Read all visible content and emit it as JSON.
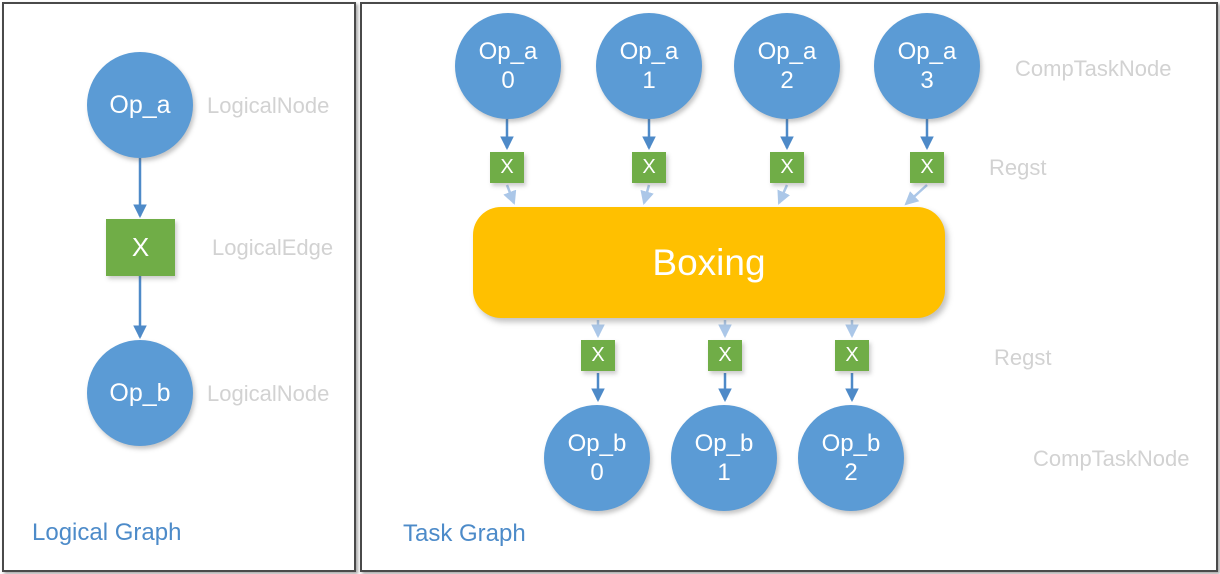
{
  "colors": {
    "node_blue": "#5B9BD5",
    "regst_green": "#70AD47",
    "boxing_orange": "#FFC000",
    "annotation_gray": "#D2D2D2",
    "title_blue": "#4D8BC9",
    "arrow_blue": "#4E8AC8",
    "arrow_light": "#ABC7E8",
    "panel_border": "#4A4A4A"
  },
  "logical_graph": {
    "title": "Logical Graph",
    "node_a_label": "Op_a",
    "node_a_annotation": "LogicalNode",
    "edge_label": "X",
    "edge_annotation": "LogicalEdge",
    "node_b_label": "Op_b",
    "node_b_annotation": "LogicalNode"
  },
  "task_graph": {
    "title": "Task Graph",
    "comp_task_node_top_annotation": "CompTaskNode",
    "regst_top_annotation": "Regst",
    "regst_bottom_annotation": "Regst",
    "comp_task_node_bottom_annotation": "CompTaskNode",
    "regst_label": "X",
    "boxing_label": "Boxing",
    "top_nodes": [
      {
        "name": "Op_a",
        "index": "0"
      },
      {
        "name": "Op_a",
        "index": "1"
      },
      {
        "name": "Op_a",
        "index": "2"
      },
      {
        "name": "Op_a",
        "index": "3"
      }
    ],
    "bottom_nodes": [
      {
        "name": "Op_b",
        "index": "0"
      },
      {
        "name": "Op_b",
        "index": "1"
      },
      {
        "name": "Op_b",
        "index": "2"
      }
    ]
  }
}
